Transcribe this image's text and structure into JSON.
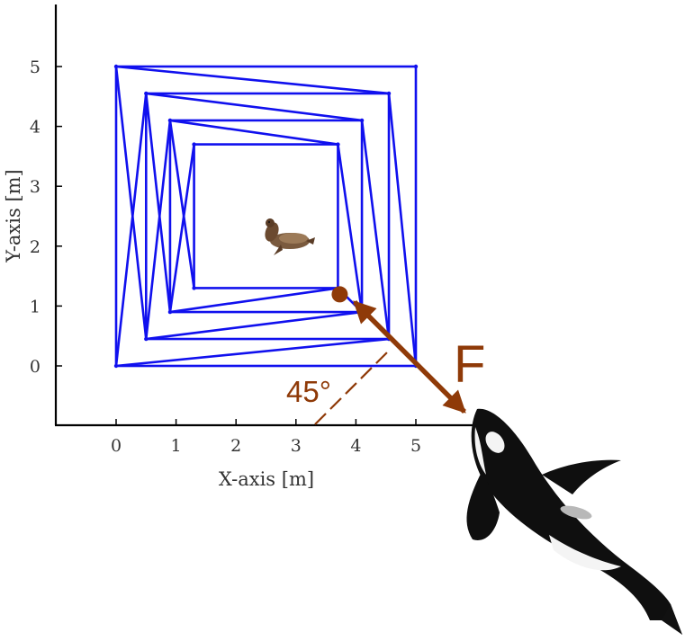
{
  "chart_data": {
    "type": "diagram",
    "xlabel": "X-axis [m]",
    "ylabel": "Y-axis [m]",
    "x_ticks": [
      0,
      1,
      2,
      3,
      4,
      5
    ],
    "y_ticks": [
      0,
      1,
      2,
      3,
      4,
      5
    ],
    "xlim": [
      -1,
      6
    ],
    "ylim": [
      -1,
      6
    ],
    "mesh_color": "#1010ee",
    "mesh": {
      "squares": [
        {
          "x0": 0,
          "y0": 0,
          "x1": 5,
          "y1": 5
        },
        {
          "x0": 0.5,
          "y0": 0.45,
          "x1": 4.55,
          "y1": 4.55
        },
        {
          "x0": 0.9,
          "y0": 0.9,
          "x1": 4.1,
          "y1": 4.1
        },
        {
          "x0": 1.3,
          "y0": 1.3,
          "x1": 3.7,
          "y1": 3.7
        }
      ],
      "diagonals": [
        [
          [
            0,
            5
          ],
          [
            0.5,
            0.45
          ]
        ],
        [
          [
            0.5,
            4.55
          ],
          [
            0.9,
            0.9
          ]
        ],
        [
          [
            0.9,
            4.1
          ],
          [
            1.3,
            1.3
          ]
        ],
        [
          [
            0.5,
            4.55
          ],
          [
            0,
            0
          ]
        ],
        [
          [
            0.9,
            4.1
          ],
          [
            0.5,
            0.45
          ]
        ],
        [
          [
            1.3,
            3.7
          ],
          [
            0.9,
            0.9
          ]
        ],
        [
          [
            0,
            5
          ],
          [
            4.55,
            4.55
          ]
        ],
        [
          [
            0.5,
            4.55
          ],
          [
            4.1,
            4.1
          ]
        ],
        [
          [
            0.9,
            4.1
          ],
          [
            3.7,
            3.7
          ]
        ],
        [
          [
            4.55,
            4.55
          ],
          [
            5,
            0
          ]
        ],
        [
          [
            4.1,
            4.1
          ],
          [
            4.55,
            0.45
          ]
        ],
        [
          [
            3.7,
            3.7
          ],
          [
            4.1,
            0.9
          ]
        ],
        [
          [
            0,
            0
          ],
          [
            4.55,
            0.45
          ]
        ],
        [
          [
            0.5,
            0.45
          ],
          [
            4.1,
            0.9
          ]
        ],
        [
          [
            0.9,
            0.9
          ],
          [
            3.7,
            1.3
          ]
        ],
        [
          [
            4.1,
            0.9
          ],
          [
            3.7,
            1.3
          ]
        ]
      ]
    },
    "force_point": [
      3.7,
      1.3
    ],
    "force_color": "#8f3a08",
    "force_label": "F",
    "angle_label": "45°",
    "seal_position": [
      2.6,
      2.1
    ]
  },
  "icons": {
    "seal": "seal-icon",
    "orca": "orca-icon"
  }
}
